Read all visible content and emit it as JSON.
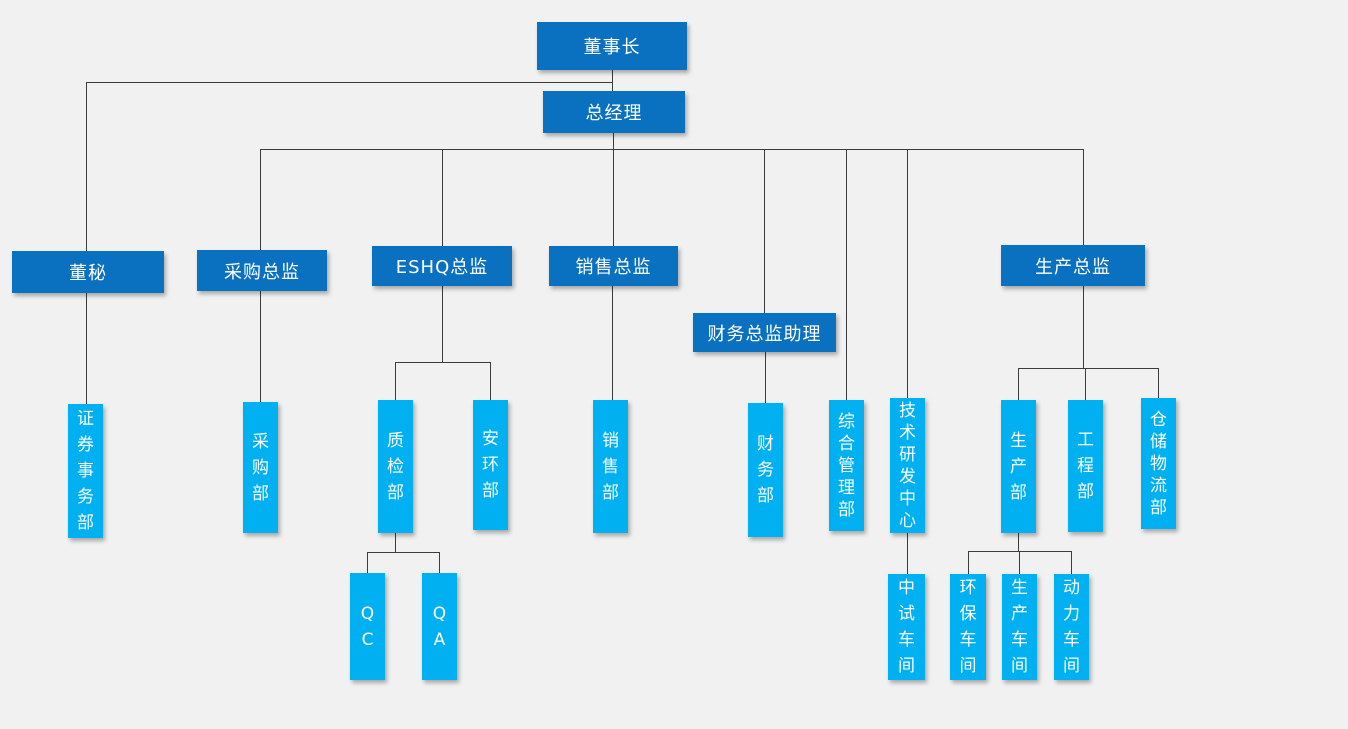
{
  "palette": {
    "director": "#0a70c0",
    "department": "#00b0f0",
    "line": "#3c3c3c",
    "background": "#f0f1f0",
    "nodetext": "#ffffff"
  },
  "org": {
    "chairman": {
      "label": "董事长"
    },
    "general_manager": {
      "label": "总经理"
    },
    "board_secretary": {
      "label": "董秘"
    },
    "purchasing_director": {
      "label": "采购总监"
    },
    "eshq_director": {
      "label": "ESHQ总监"
    },
    "sales_director": {
      "label": "销售总监"
    },
    "finance_director_assistant": {
      "label": "财务总监助理"
    },
    "production_director": {
      "label": "生产总监"
    },
    "securities_affairs_dept": {
      "label": "证券事务部"
    },
    "purchasing_dept": {
      "label": "采购部"
    },
    "quality_inspection_dept": {
      "label": "质检部"
    },
    "safety_environment_dept": {
      "label": "安环部"
    },
    "sales_dept": {
      "label": "销售部"
    },
    "finance_dept": {
      "label": "财务部"
    },
    "general_admin_dept": {
      "label": "综合管理部"
    },
    "tech_rd_center": {
      "label": "技术研发中心"
    },
    "production_dept": {
      "label": "生产部"
    },
    "engineering_dept": {
      "label": "工程部"
    },
    "warehouse_logistics_dept": {
      "label": "仓储物流部"
    },
    "qc": {
      "label": "QC"
    },
    "qa": {
      "label": "QA"
    },
    "pilot_workshop": {
      "label": "中试车间"
    },
    "env_protection_workshop": {
      "label": "环保车间"
    },
    "production_workshop": {
      "label": "生产车间"
    },
    "power_workshop": {
      "label": "动力车间"
    }
  },
  "hierarchy": {
    "董事长": [
      "董秘",
      "总经理"
    ],
    "董秘": [
      "证券事务部"
    ],
    "总经理": [
      "采购总监",
      "ESHQ总监",
      "销售总监",
      "财务总监助理",
      "综合管理部",
      "技术研发中心",
      "生产总监"
    ],
    "采购总监": [
      "采购部"
    ],
    "ESHQ总监": [
      "质检部",
      "安环部"
    ],
    "质检部": [
      "QC",
      "QA"
    ],
    "销售总监": [
      "销售部"
    ],
    "财务总监助理": [
      "财务部"
    ],
    "技术研发中心": [
      "中试车间"
    ],
    "生产总监": [
      "生产部",
      "工程部",
      "仓储物流部"
    ],
    "生产部": [
      "环保车间",
      "生产车间",
      "动力车间"
    ]
  }
}
